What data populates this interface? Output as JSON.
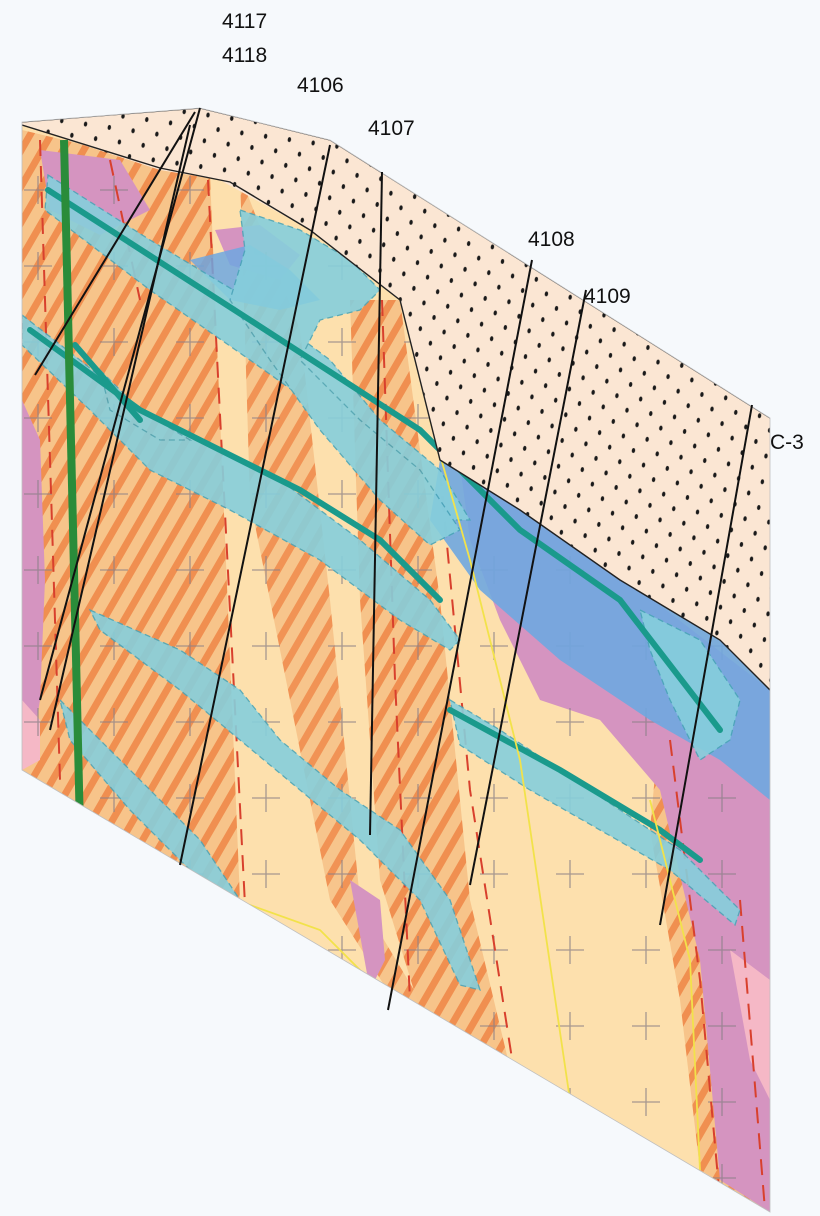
{
  "section": {
    "drillholes": [
      {
        "id": "hole-4117",
        "label": "4117"
      },
      {
        "id": "hole-4118",
        "label": "4118"
      },
      {
        "id": "hole-4106",
        "label": "4106"
      },
      {
        "id": "hole-4107",
        "label": "4107"
      },
      {
        "id": "hole-4108",
        "label": "4108"
      },
      {
        "id": "hole-4109",
        "label": "4109"
      },
      {
        "id": "hole-c3",
        "label": "C-3"
      }
    ],
    "colors": {
      "overburden": "#fbe6d3",
      "granite_pale": "#fde0ad",
      "granite_orange": "#f7c48a",
      "hatch_stripe": "#f08f50",
      "intrusive_pink": "#d594c0",
      "light_pink": "#f5b8c6",
      "cyan_band": "#86cfdc",
      "blue_body": "#6fa7e0",
      "teal_line": "#1a9a8c",
      "green_line": "#2a8c3a",
      "fault_red": "#d8402d",
      "hole_line": "#111111",
      "boundary_yellow": "#f2e24a"
    }
  }
}
